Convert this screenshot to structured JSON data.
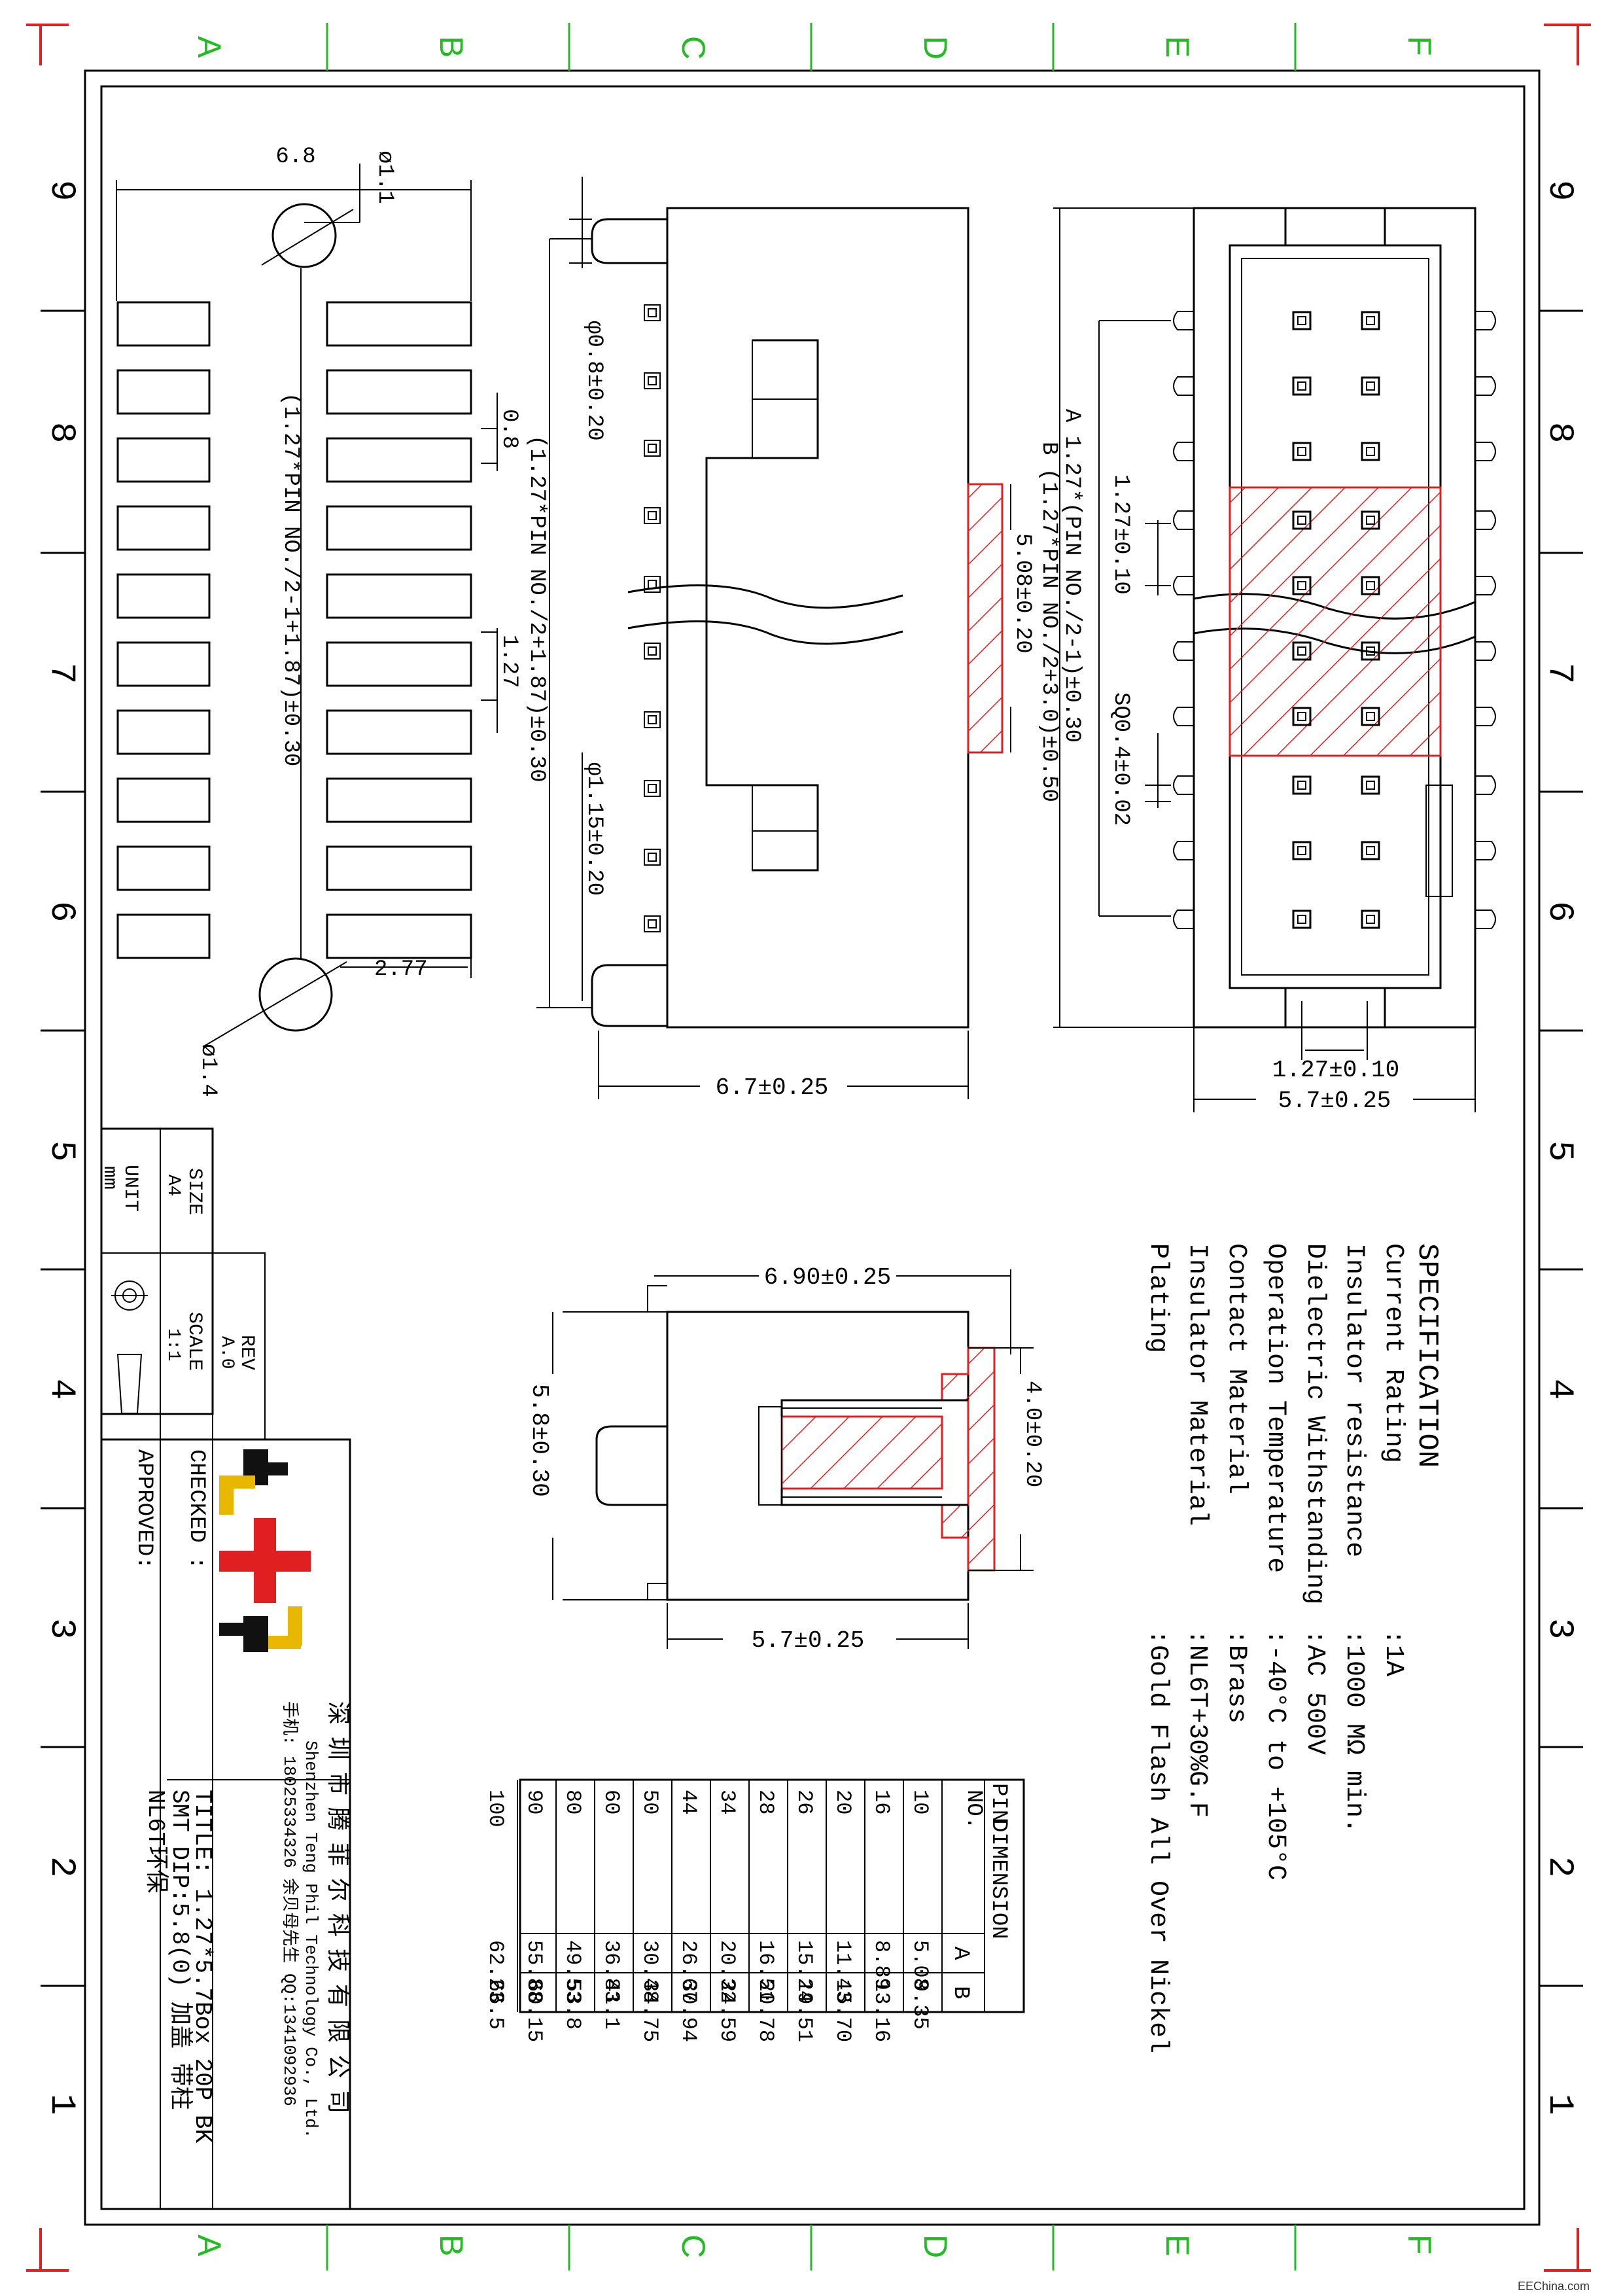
{
  "border": {
    "col_letters": [
      "A",
      "B",
      "C",
      "D",
      "E",
      "F"
    ],
    "row_numbers": [
      "9",
      "8",
      "7",
      "6",
      "5",
      "4",
      "3",
      "2",
      "1"
    ]
  },
  "pad_view": {
    "dim_width": "6.8",
    "dim_hole_top": "ø1.1",
    "dim_hole_bottom": "ø1.4",
    "dim_offset": "2.77",
    "dim_length": "(1.27*PIN NO./2-1+1.87)±0.30",
    "dim_pad_w": "0.8",
    "dim_pitch": "1.27"
  },
  "side_view": {
    "dim_post_top": "φ0.8±0.20",
    "dim_post_bottom": "φ1.15±0.20",
    "dim_length": "(1.27*PIN NO./2+1.87)±0.30",
    "dim_width": "6.7±0.25",
    "dim_break": "5.08±0.20"
  },
  "top_view": {
    "dim_a": "A  1.27*(PIN NO./2-1)±0.30",
    "dim_b": "B  (1.27*PIN NO./2+3.0)±0.50",
    "dim_pitch": "1.27±0.10",
    "dim_sq": "SQ0.4±0.02",
    "dim_pitch_x": "1.27±0.10",
    "dim_width": "5.7±0.25"
  },
  "end_view": {
    "dim_top": "6.90±0.25",
    "dim_height": "5.8±0.30",
    "dim_slot": "4.0±0.20",
    "dim_bottom": "5.7±0.25"
  },
  "spec": {
    "title": "SPECIFICATION",
    "rows": [
      {
        "label": "Current Rating",
        "value": ":1A"
      },
      {
        "label": "Insulator resistance",
        "value": ":1000 MΩ min."
      },
      {
        "label": "Dielectric Withstanding",
        "value": ":AC 500V"
      },
      {
        "label": "Operation Temperature",
        "value": ":-40°C to +105°C"
      },
      {
        "label": "Contact Material",
        "value": ":Brass"
      },
      {
        "label": "Insulator Material",
        "value": ":NL6T+30%G.F"
      },
      {
        "label": "Plating",
        "value": ":Gold Flash All Over Nickel"
      }
    ]
  },
  "dim_table": {
    "header_pin": "PIN",
    "header_no": "NO.",
    "header_dim": "DIMENSION",
    "header_a": "A",
    "header_b": "B",
    "rows": [
      [
        "10",
        "5.08",
        "9.35"
      ],
      [
        "16",
        "8.89",
        "13.16"
      ],
      [
        "20",
        "11.43",
        "15.70"
      ],
      [
        "26",
        "15.24",
        "19.51"
      ],
      [
        "28",
        "16.51",
        "20.78"
      ],
      [
        "34",
        "20.32",
        "24.59"
      ],
      [
        "44",
        "26.67",
        "30.94"
      ],
      [
        "50",
        "30.48",
        "34.75"
      ],
      [
        "60",
        "36.83",
        "41.1"
      ],
      [
        "80",
        "49.53",
        "53.8"
      ],
      [
        "90",
        "55.88",
        "60.15"
      ],
      [
        "100",
        "62.23",
        "66.5"
      ]
    ]
  },
  "title_block": {
    "unit_label": "UNIT",
    "unit_value": "mm",
    "size_label": "SIZE",
    "size_value": "A4",
    "rev_label": "REV",
    "rev_value": "A.0",
    "scale_label": "SCALE",
    "scale_value": "1:1",
    "checked": "CHECKED :",
    "approved": "APPROVED:",
    "company_cn": "深圳市腾菲尔科技有限公司",
    "company_en": "Shenzhen Teng Phil Technology Co., Ltd.",
    "contact": "手机: 18025334326 余贝母先生   QQ:1341092936",
    "title_line1": "TITLE: 1.27*5.7Box 20P BK",
    "title_line2": "SMT DIP:5.8(0) 加盖 带柱",
    "title_line3": "NL6T环保"
  },
  "watermark": "EEChina.com",
  "colors": {
    "hatch": "#e02020",
    "border_labels": "#22bb22",
    "corner_marks": "#e02020"
  }
}
